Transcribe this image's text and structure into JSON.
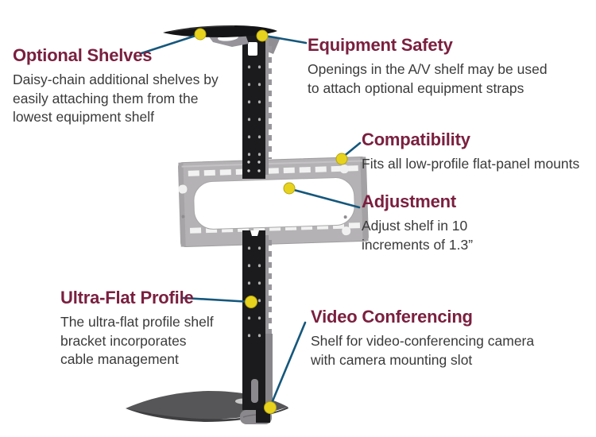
{
  "figure": {
    "background": "#ffffff",
    "subject": "ceiling-mount A/V shelf bracket diagram"
  },
  "colors": {
    "heading": "#7a1f3f",
    "body_text": "#3a3a3a",
    "callout_line": "#15577c",
    "callout_dot": "#e7d31d",
    "column_black": "#1b1b1d",
    "mount_plate_gray": "#b4b2b4",
    "camera_shelf_gray": "#565658"
  },
  "callouts": [
    {
      "id": "optional-shelves",
      "title": "Optional Shelves",
      "body": "Daisy-chain additional shelves by\neasily attaching them from the\nlowest equipment shelf"
    },
    {
      "id": "equipment-safety",
      "title": "Equipment Safety",
      "body": "Openings in the A/V shelf may be used\nto attach optional equipment straps"
    },
    {
      "id": "compatibility",
      "title": "Compatibility",
      "body": "Fits all low-profile flat-panel mounts"
    },
    {
      "id": "adjustment",
      "title": "Adjustment",
      "body": "Adjust shelf in 10\nincrements of 1.3”"
    },
    {
      "id": "ultra-flat-profile",
      "title": "Ultra-Flat Profile",
      "body": "The ultra-flat profile shelf\nbracket incorporates\ncable management"
    },
    {
      "id": "video-conferencing",
      "title": "Video Conferencing",
      "body": "Shelf for video-conferencing camera\nwith camera mounting slot"
    }
  ],
  "diagram_parts": [
    "top-av-shelf",
    "shelf-bracket",
    "mount-column",
    "flat-panel-mount-plate",
    "camera-shelf",
    "camera-mounting-slot"
  ]
}
